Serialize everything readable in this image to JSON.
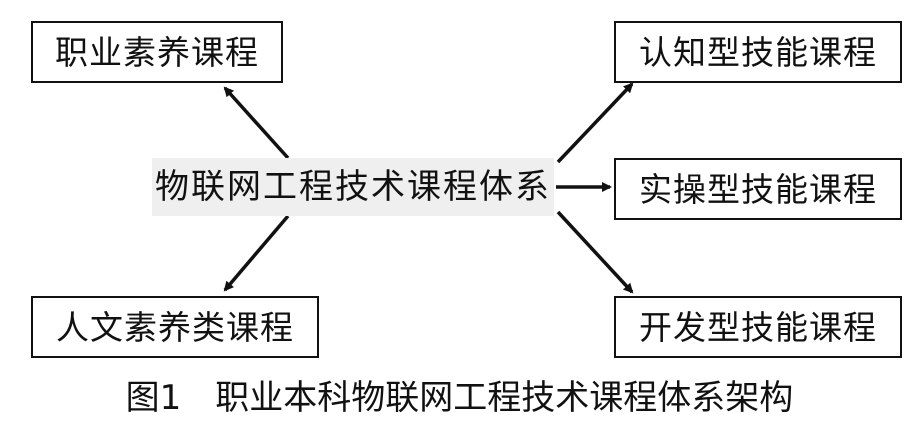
{
  "diagram": {
    "center": "物联网工程技术课程体系",
    "top_left": "职业素养课程",
    "bottom_left": "人文素养类课程",
    "top_right": "认知型技能课程",
    "middle_right": "实操型技能课程",
    "bottom_right": "开发型技能课程"
  },
  "caption": "图1　职业本科物联网工程技术课程体系架构",
  "colors": {
    "line": "#111111",
    "center_background": "#efefef",
    "box_border": "#111111"
  }
}
